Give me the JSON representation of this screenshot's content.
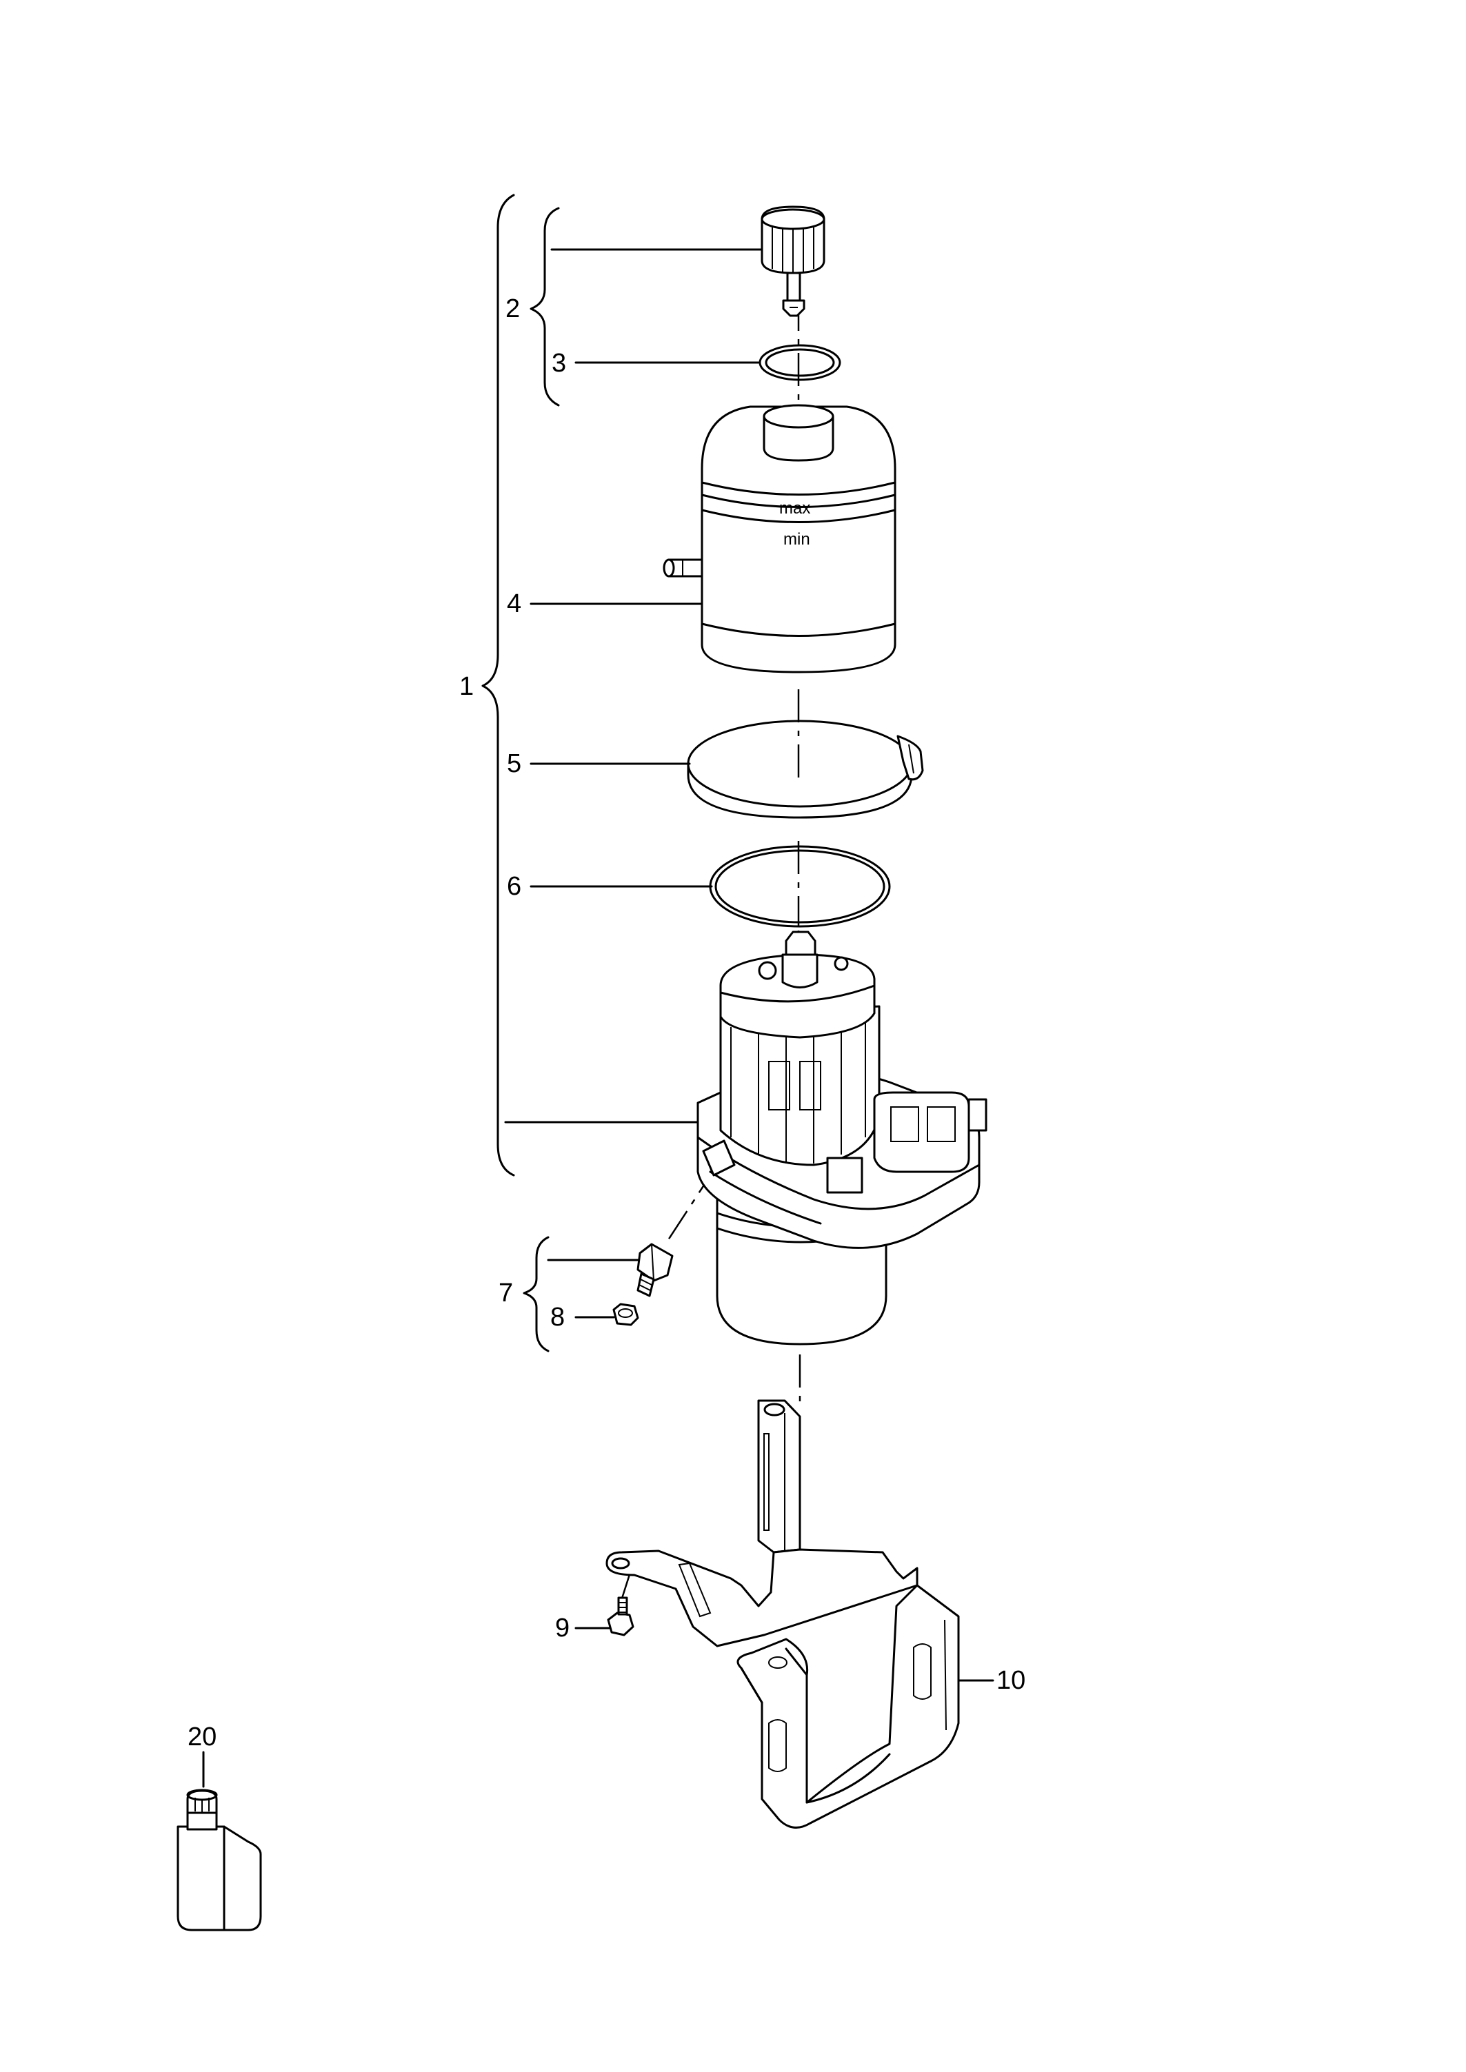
{
  "callouts": {
    "c1": "1",
    "c2": "2",
    "c3": "3",
    "c4": "4",
    "c5": "5",
    "c6": "6",
    "c7": "7",
    "c8": "8",
    "c9": "9",
    "c10": "10",
    "c20": "20"
  },
  "reservoir_marks": {
    "max": "max",
    "min": "min"
  }
}
